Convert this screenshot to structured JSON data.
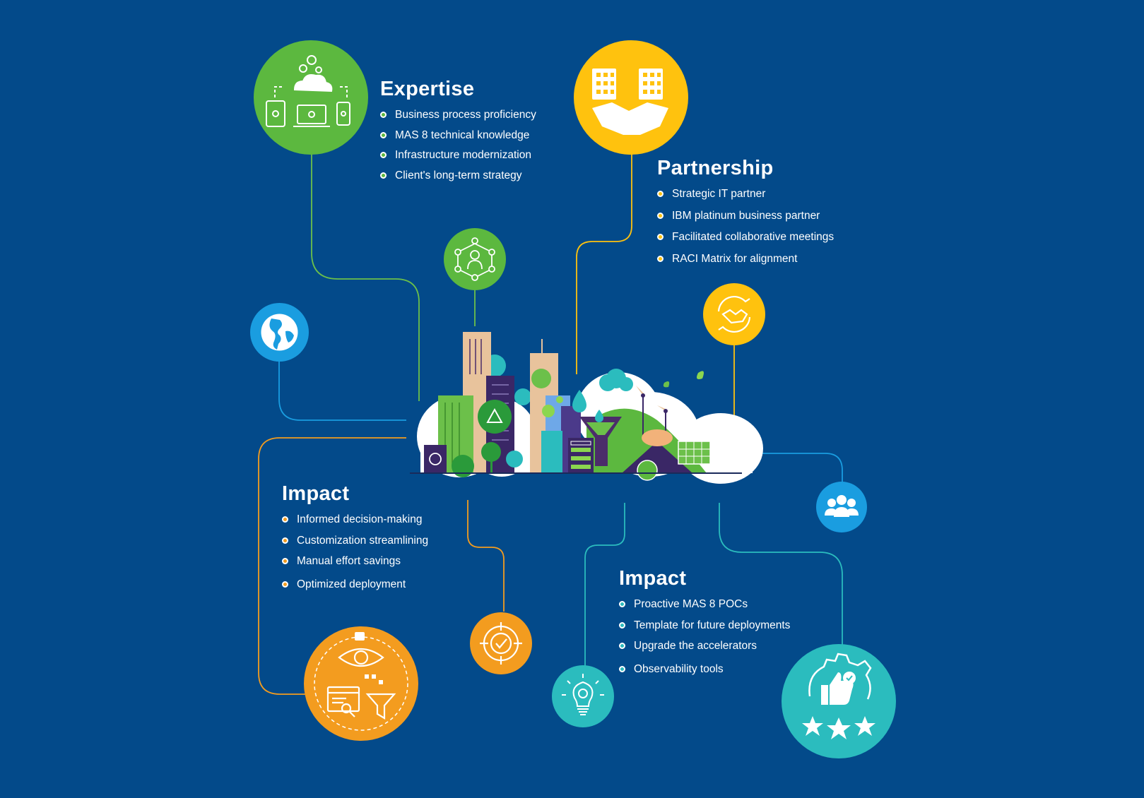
{
  "colors": {
    "background": "#034a8a",
    "green": "#5cb83f",
    "yellow": "#ffc20e",
    "blue": "#1a9de0",
    "orange": "#f39c1f",
    "teal": "#2bbcbe"
  },
  "expertise": {
    "title": "Expertise",
    "items": [
      "Business process proficiency",
      "MAS 8 technical knowledge",
      "Infrastructure modernization",
      "Client's long-term strategy"
    ],
    "icon": "cloud-devices-icon"
  },
  "partnership": {
    "title": "Partnership",
    "items": [
      "Strategic IT partner",
      "IBM platinum business partner",
      "Facilitated collaborative meetings",
      "RACI Matrix for alignment"
    ],
    "icon": "buildings-handshake-icon"
  },
  "impact_left": {
    "title": "Impact",
    "items": [
      "Informed decision-making",
      "Customization streamlining",
      "Manual effort savings",
      "Optimized deployment"
    ],
    "icon": "eye-insight-icon"
  },
  "impact_right": {
    "title": "Impact",
    "items": [
      "Proactive MAS 8 POCs",
      "Template for future deployments",
      "Upgrade the accelerators",
      "Observability tools"
    ],
    "icon": "gear-thumbs-up-stars-icon"
  },
  "small_icons": [
    "network-person-icon",
    "globe-icon",
    "handshake-cycle-icon",
    "team-icon",
    "target-check-icon",
    "lightbulb-gear-icon"
  ],
  "center_illustration": "smart-city-icon"
}
